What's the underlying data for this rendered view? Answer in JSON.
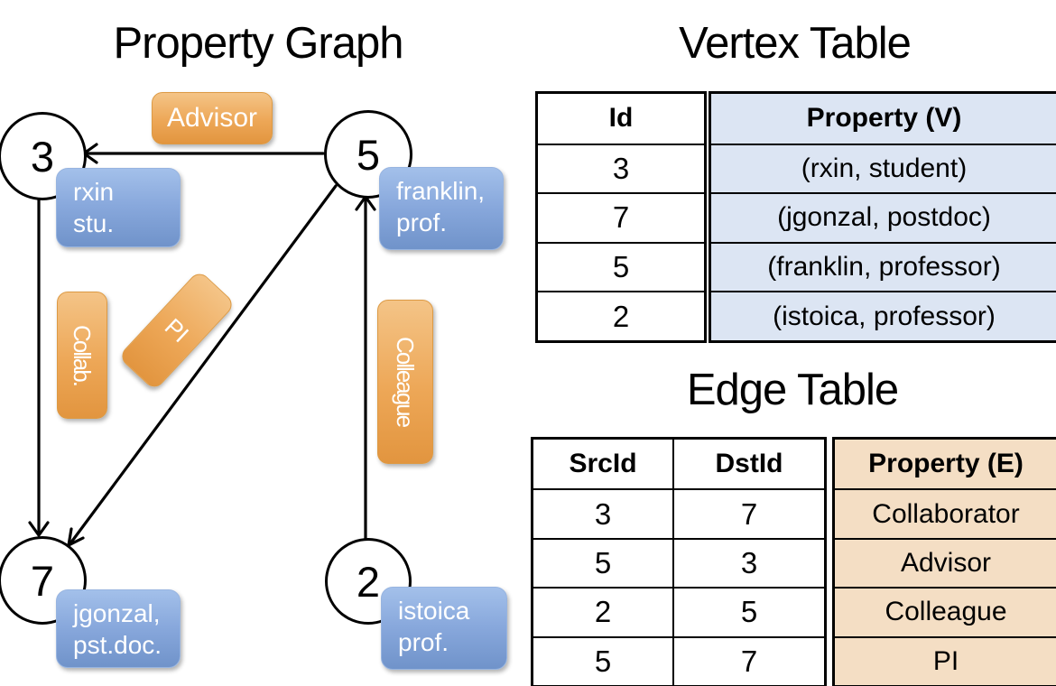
{
  "graph": {
    "title": "Property Graph",
    "nodes": [
      {
        "id": "3",
        "property_line1": "rxin",
        "property_line2": "stu."
      },
      {
        "id": "5",
        "property_line1": "franklin,",
        "property_line2": "prof."
      },
      {
        "id": "7",
        "property_line1": "jgonzal,",
        "property_line2": "pst.doc."
      },
      {
        "id": "2",
        "property_line1": "istoica",
        "property_line2": "prof."
      }
    ],
    "edge_labels": {
      "advisor": "Advisor",
      "collab": "Collab.",
      "pi": "PI",
      "colleague": "Colleague"
    }
  },
  "vertex_table": {
    "title": "Vertex Table",
    "columns": {
      "id": "Id",
      "property": "Property (V)"
    },
    "rows": [
      {
        "id": "3",
        "property": "(rxin, student)"
      },
      {
        "id": "7",
        "property": "(jgonzal, postdoc)"
      },
      {
        "id": "5",
        "property": "(franklin, professor)"
      },
      {
        "id": "2",
        "property": "(istoica, professor)"
      }
    ]
  },
  "edge_table": {
    "title": "Edge Table",
    "columns": {
      "src": "SrcId",
      "dst": "DstId",
      "property": "Property (E)"
    },
    "rows": [
      {
        "src": "3",
        "dst": "7",
        "property": "Collaborator"
      },
      {
        "src": "5",
        "dst": "3",
        "property": "Advisor"
      },
      {
        "src": "2",
        "dst": "5",
        "property": "Colleague"
      },
      {
        "src": "5",
        "dst": "7",
        "property": "PI"
      }
    ]
  },
  "colors": {
    "edge_label_orange": "#EDA757",
    "vertex_label_blue": "#88A8DC",
    "vertex_table_fill": "#DCE5F3",
    "edge_table_fill": "#F4DEC4",
    "line_black": "#000000"
  }
}
